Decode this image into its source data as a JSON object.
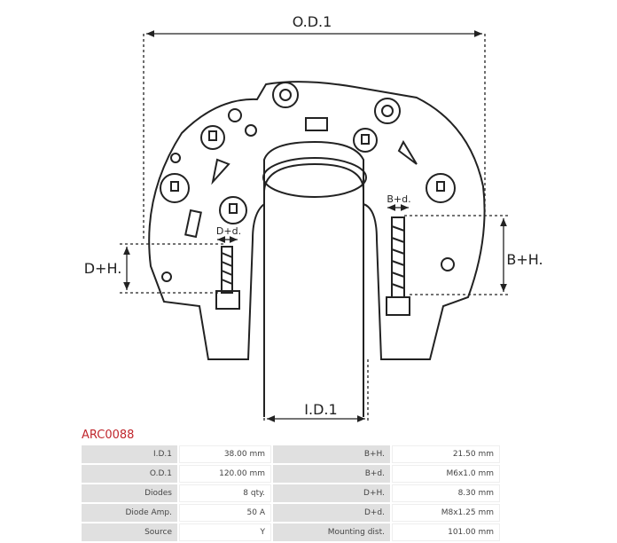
{
  "diagram": {
    "labels": {
      "od": "O.D.1",
      "id": "I.D.1",
      "dh": "D+H.",
      "bh": "B+H.",
      "dd": "D+d.",
      "bd": "B+d."
    }
  },
  "product_code": "ARC0088",
  "specs": [
    {
      "label": "I.D.1",
      "value": "38.00 mm",
      "label2": "B+H.",
      "value2": "21.50 mm"
    },
    {
      "label": "O.D.1",
      "value": "120.00 mm",
      "label2": "B+d.",
      "value2": "M6x1.0 mm"
    },
    {
      "label": "Diodes",
      "value": "8 qty.",
      "label2": "D+H.",
      "value2": "8.30 mm"
    },
    {
      "label": "Diode Amp.",
      "value": "50 A",
      "label2": "D+d.",
      "value2": "M8x1.25 mm"
    },
    {
      "label": "Source",
      "value": "Y",
      "label2": "Mounting dist.",
      "value2": "101.00 mm"
    }
  ]
}
